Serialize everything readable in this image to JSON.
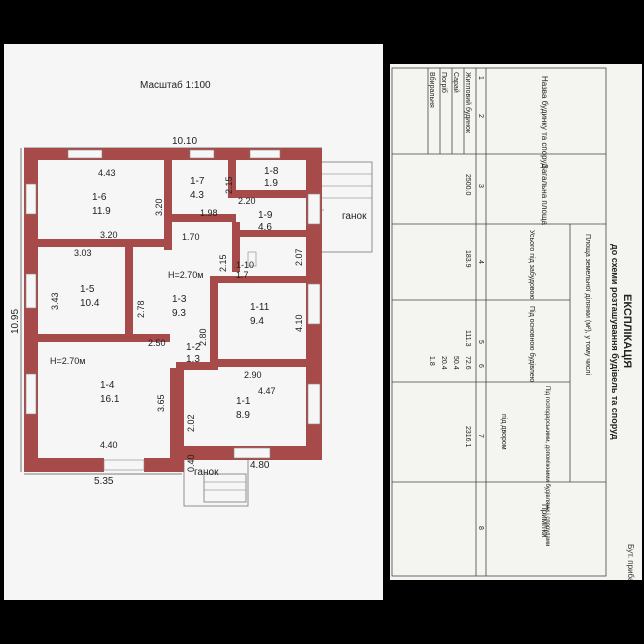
{
  "plan": {
    "scale": "Масштаб 1:100",
    "dim_width_top": "10.10",
    "dim_height_left": "10.95",
    "dim_bottom": "5.35",
    "dim_bottom_right": "4.80",
    "porch_right": "ганок",
    "porch_bottom": "ганок",
    "height_room3": "H=2.70м",
    "height_room4": "H=2.70м",
    "rooms": [
      {
        "id": "1-6",
        "area": "11.9"
      },
      {
        "id": "1-7",
        "area": "4.3"
      },
      {
        "id": "1-8",
        "area": "1.9"
      },
      {
        "id": "1-9",
        "area": "4.6"
      },
      {
        "id": "1-5",
        "area": "10.4"
      },
      {
        "id": "1-3",
        "area": "9.3"
      },
      {
        "id": "1-10",
        "area": "1.7"
      },
      {
        "id": "1-11",
        "area": "9.4"
      },
      {
        "id": "1-2",
        "area": "1.3"
      },
      {
        "id": "1-4",
        "area": "16.1"
      },
      {
        "id": "1-1",
        "area": "8.9"
      }
    ],
    "dims": {
      "d443": "4.43",
      "d320a": "3.20",
      "d320b": "3.20",
      "d215a": "2.15",
      "d198": "1.98",
      "d220": "2.20",
      "d207": "2.07",
      "d170": "1.70",
      "d303": "3.03",
      "d343": "3.43",
      "d278": "2.78",
      "d215b": "2.15",
      "d410": "4.10",
      "d280": "2.80",
      "d250": "2.50",
      "d290": "2.90",
      "d365": "3.65",
      "d447": "4.47",
      "d202": "2.02",
      "d440": "4.40",
      "d040": "0.40"
    }
  },
  "explication": {
    "title": "ЕКСПЛІКАЦІЯ",
    "subtitle": "до схеми розташування будівель та споруд",
    "head_name": "Назва будинку та споруд",
    "head_total": "Загальна площа",
    "head_land": "Площа земельної ділянки (м²), у тому числі",
    "head_built": "Усього під забудовою",
    "head_main": "Під основною будівлею",
    "head_aux": "Під господарськими, допоміжними будівлями і спорудами",
    "head_yard": "під двором",
    "head_notes": "Примітки",
    "col_nums": [
      "1",
      "2",
      "3",
      "4",
      "5",
      "6",
      "7",
      "8"
    ],
    "rows": [
      {
        "name": "Житловий будинок",
        "total": "2500.0",
        "built": "183.9",
        "main": "111.3",
        "aux": "72.6",
        "yard": "2316.1"
      },
      {
        "name": "Сарай",
        "aux": "50.4"
      },
      {
        "name": "Погріб",
        "aux": "20.4"
      },
      {
        "name": "Вбиральня",
        "aux": "1.8"
      }
    ],
    "corner_text": "Бут. прибан. Н"
  }
}
